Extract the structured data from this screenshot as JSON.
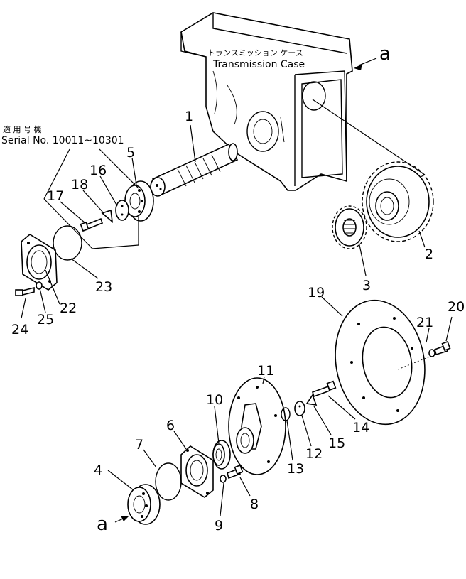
{
  "header": {
    "case_label_jp": "トランスミッション ケース",
    "case_label_en": "Transmission Case",
    "serial_label_jp": "適 用 号 機",
    "serial_label_en": "Serial No. 10011~10301"
  },
  "view_marker": "a",
  "callouts": {
    "p1": "1",
    "p2": "2",
    "p3": "3",
    "p4": "4",
    "p5": "5",
    "p6": "6",
    "p7": "7",
    "p8": "8",
    "p9": "9",
    "p10": "10",
    "p11": "11",
    "p12": "12",
    "p13": "13",
    "p14": "14",
    "p15": "15",
    "p16": "16",
    "p17": "17",
    "p18": "18",
    "p19": "19",
    "p20": "20",
    "p21": "21",
    "p22": "22",
    "p23": "23",
    "p24": "24",
    "p25": "25"
  }
}
